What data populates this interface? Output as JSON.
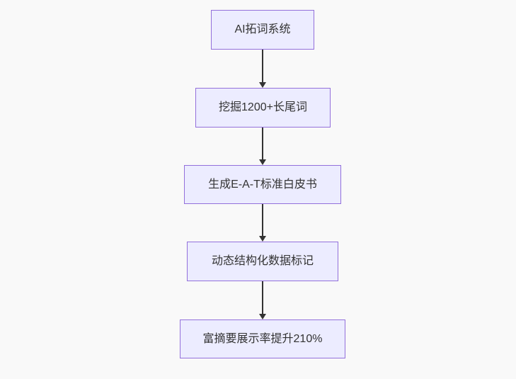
{
  "flowchart": {
    "type": "flowchart-top-down",
    "colors": {
      "background": "#f9f9f9",
      "node_fill": "#ECECFF",
      "node_border": "#9370DB",
      "edge": "#333333",
      "text": "#333333"
    },
    "nodes": [
      {
        "id": "A",
        "label": "AI拓词系统"
      },
      {
        "id": "B",
        "label": "挖掘1200+长尾词"
      },
      {
        "id": "C",
        "label": "生成E-A-T标准白皮书"
      },
      {
        "id": "D",
        "label": "动态结构化数据标记"
      },
      {
        "id": "E",
        "label": "富摘要展示率提升210%"
      }
    ],
    "edges": [
      {
        "from": "A",
        "to": "B",
        "arrow": "solid-triangle-down"
      },
      {
        "from": "B",
        "to": "C",
        "arrow": "solid-triangle-down"
      },
      {
        "from": "C",
        "to": "D",
        "arrow": "solid-triangle-down"
      },
      {
        "from": "D",
        "to": "E",
        "arrow": "solid-triangle-down"
      }
    ]
  }
}
